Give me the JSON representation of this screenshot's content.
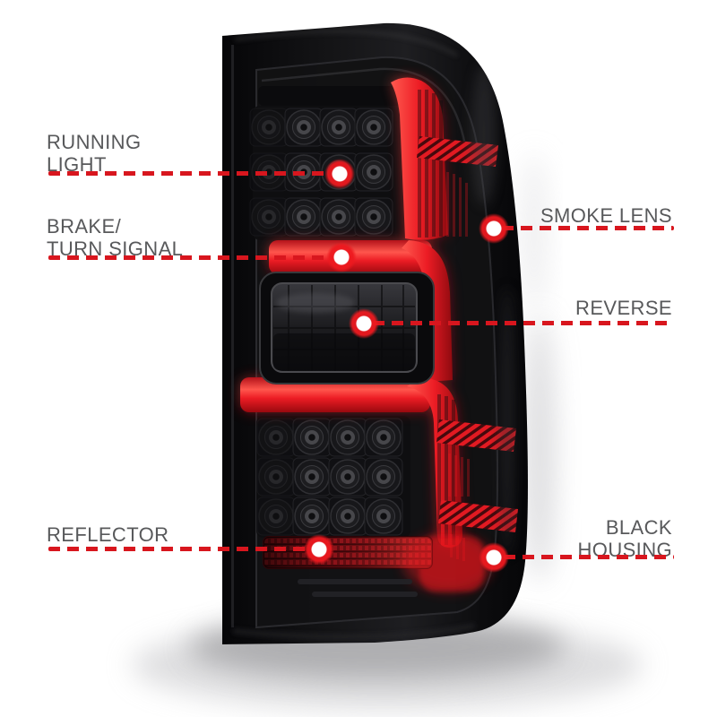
{
  "image": {
    "subject": "LED tail light with smoked lens and red light bars, annotated feature callouts",
    "background_color": "#ffffff"
  },
  "colors": {
    "label_text": "#58595b",
    "callout_red": "#d8161e",
    "housing_black": "#0b0b0d",
    "light_bar_red": "#ec1c24"
  },
  "callouts": {
    "items": [
      {
        "id": "running-light",
        "label": "RUNNING\nLIGHT",
        "side": "left"
      },
      {
        "id": "brake-turn-signal",
        "label": "BRAKE/\nTURN SIGNAL",
        "side": "left"
      },
      {
        "id": "smoke-lens",
        "label": "SMOKE LENS",
        "side": "right"
      },
      {
        "id": "reverse",
        "label": "REVERSE",
        "side": "right"
      },
      {
        "id": "reflector",
        "label": "REFLECTOR",
        "side": "left"
      },
      {
        "id": "black-housing",
        "label": "BLACK\nHOUSING",
        "side": "right"
      }
    ]
  }
}
